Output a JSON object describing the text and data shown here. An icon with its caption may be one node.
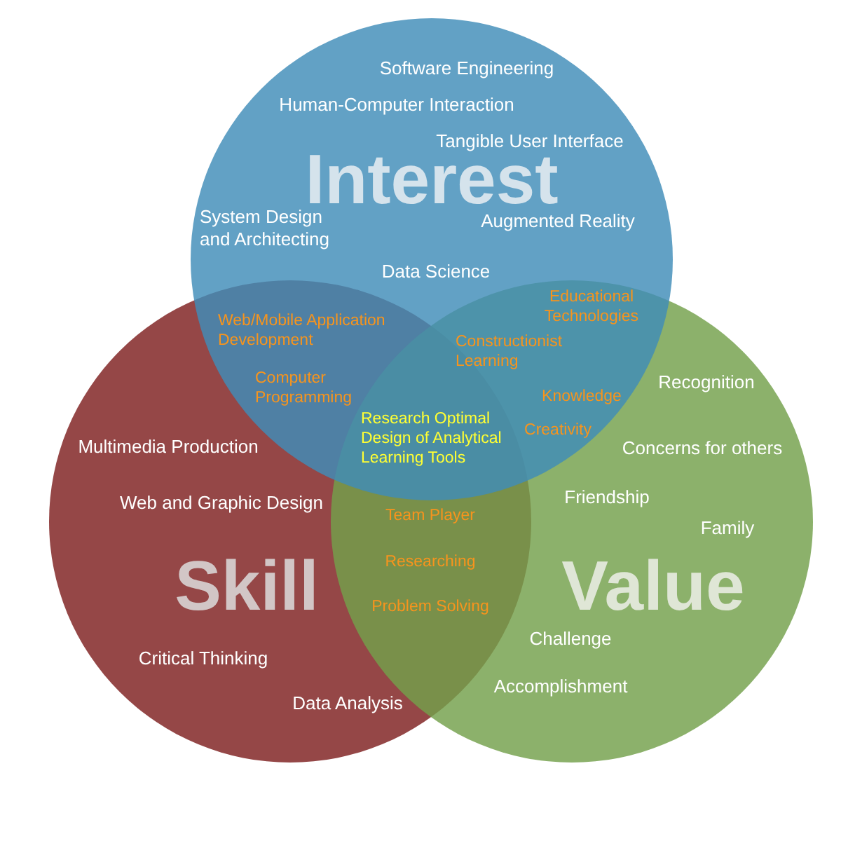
{
  "diagram": {
    "nodes": [
      {
        "text": [
          "Software Engineering",
          "Human-Computer Interaction",
          "Tangible User Interface",
          "Interest",
          "System Design and Architecting",
          "Augmented Reality",
          "Data Science"
        ]
      },
      {
        "text": [
          "Multimedia Production",
          "Web and Graphic Design",
          "Skill",
          "Critical Thinking",
          "Data Analysis"
        ]
      },
      {
        "text": [
          "Recognition",
          "Concerns for others",
          "Friendship",
          "Family",
          "Value",
          "Challenge",
          "Accomplishment"
        ]
      }
    ],
    "edges": [],
    "labels": [
      "Web/Mobile Application Development",
      "Computer Programming",
      "Educational Technologies",
      "Constructionist Learning",
      "Knowledge",
      "Creativity",
      "Research Optimal Design of Analytical Learning Tools",
      "Team Player",
      "Researching",
      "Problem Solving"
    ]
  }
}
